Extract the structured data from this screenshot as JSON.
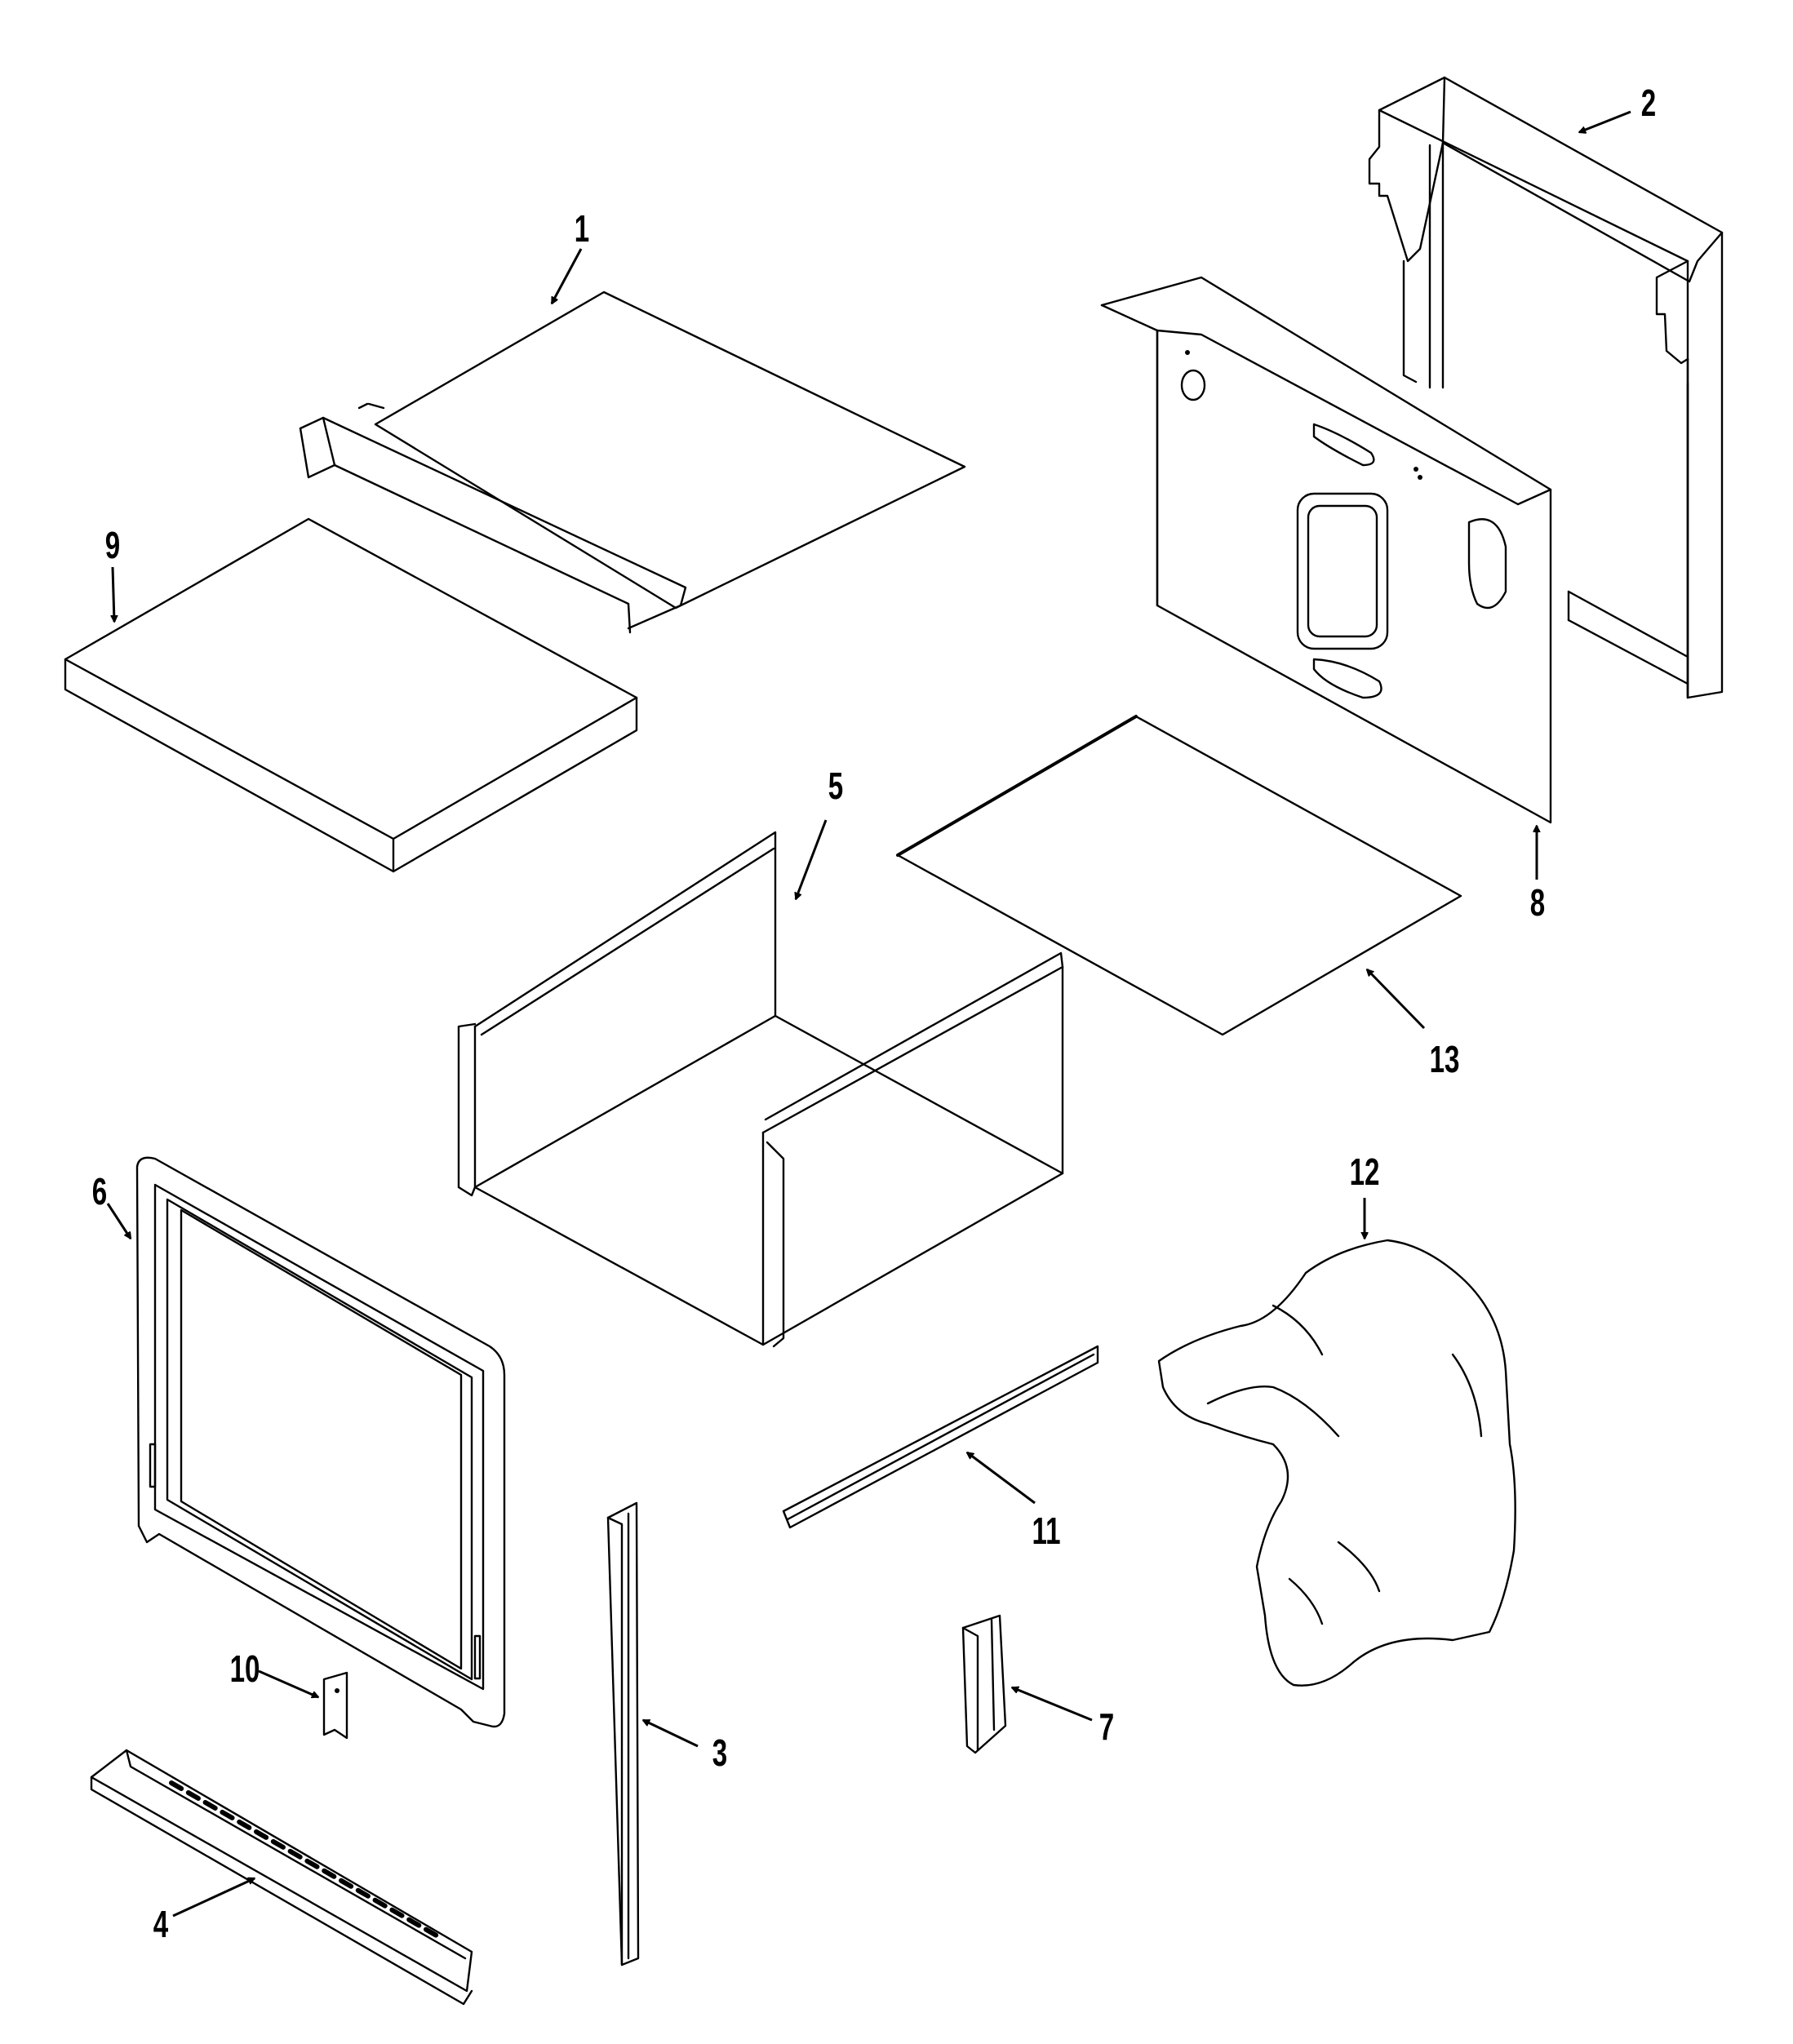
{
  "colors": {
    "ink": "#000000",
    "paper": "#ffffff"
  },
  "callouts": {
    "c1": "1",
    "c2": "2",
    "c3": "3",
    "c4": "4",
    "c5": "5",
    "c6": "6",
    "c7": "7",
    "c8": "8",
    "c9": "9",
    "c10": "10",
    "c11": "11",
    "c12": "12",
    "c13": "13"
  }
}
